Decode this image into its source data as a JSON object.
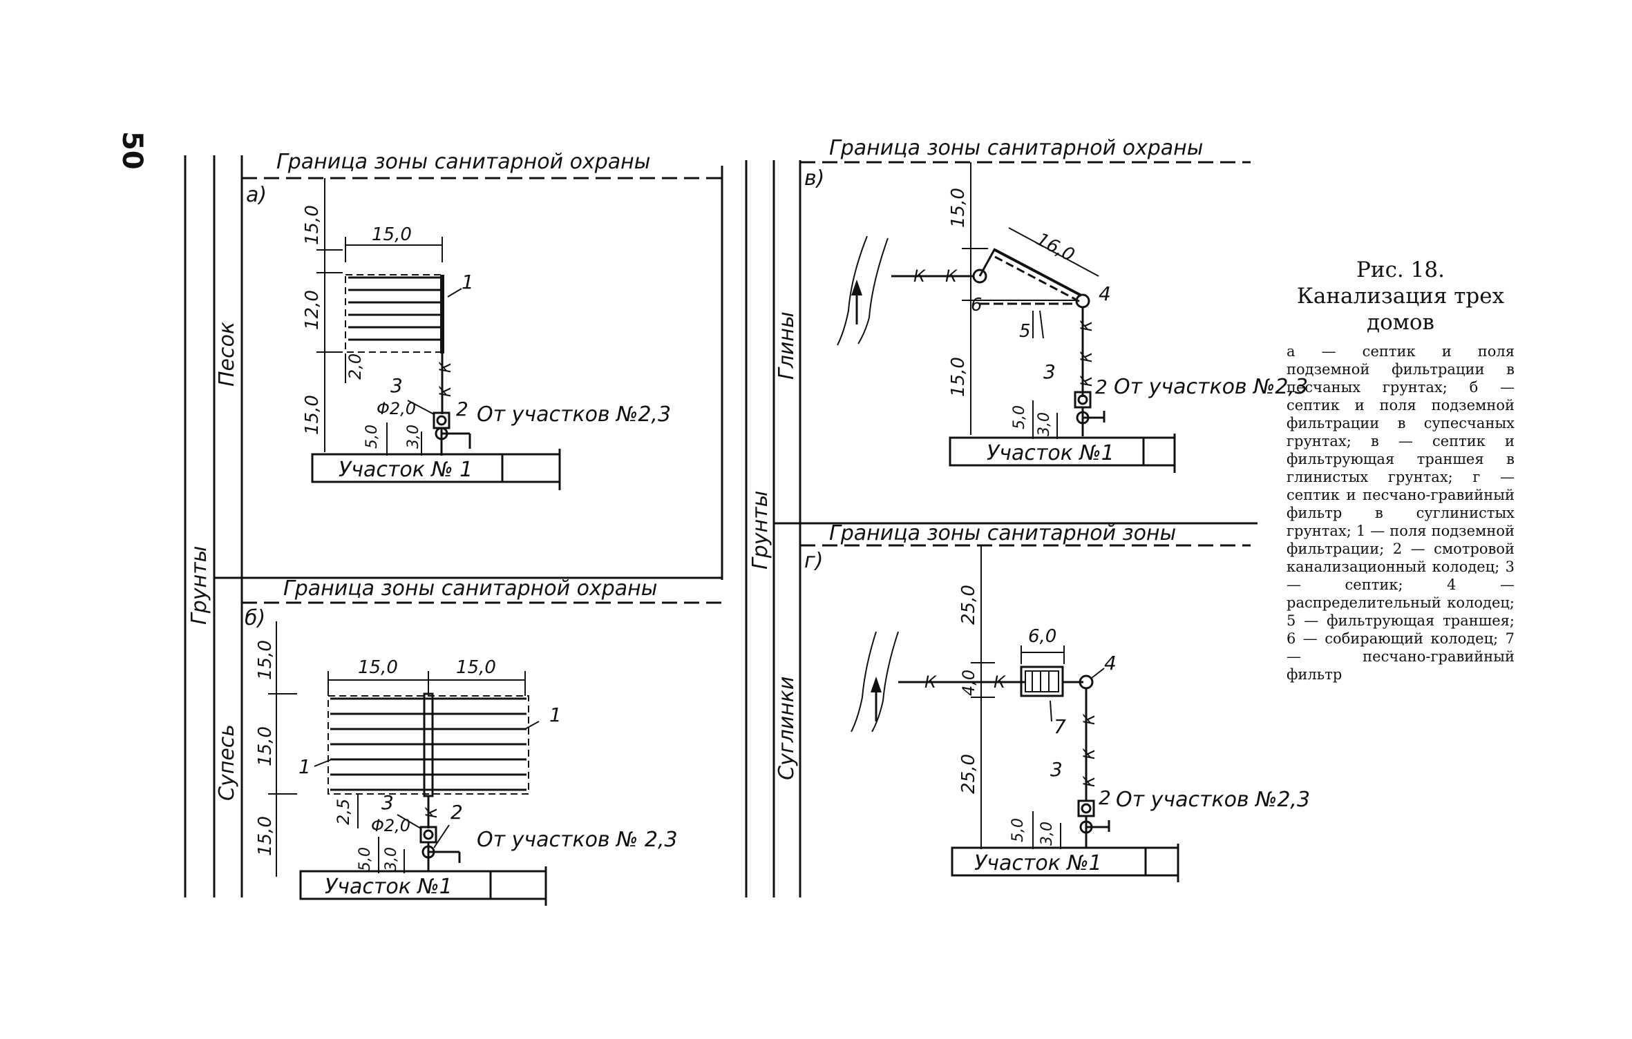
{
  "page_number": "50",
  "soils": {
    "grunty": "Грунты",
    "pesok": "Песок",
    "supes": "Супесь",
    "grunty_right": "Грунты",
    "gliny": "Глины",
    "suglinki": "Суглинки"
  },
  "panels": {
    "a": {
      "letter": "а)",
      "boundary": "Граница зоны санитарной охраны",
      "dims": {
        "top": "15,0",
        "width": "15,0",
        "field": "12,0",
        "offset": "2,0",
        "lower": "15,0",
        "diam": "Φ2,0",
        "d5": "5,0",
        "d3": "3,0"
      },
      "labels": {
        "n1": "1",
        "n2": "2",
        "n3": "3",
        "from": "От участков №2,3",
        "plot": "Участок № 1",
        "k1": "К",
        "k2": "К"
      }
    },
    "b": {
      "letter": "б)",
      "boundary": "Граница зоны санитарной охраны",
      "dims": {
        "top": "15,0",
        "w1": "15,0",
        "w2": "15,0",
        "field": "15,0",
        "offset": "2,5",
        "lower": "15,0",
        "diam": "Φ2,0",
        "d5": "5,0",
        "d3": "3,0"
      },
      "labels": {
        "n1a": "1",
        "n1b": "1",
        "n2": "2",
        "n3": "3",
        "from": "От участков № 2,3",
        "plot": "Участок №1",
        "k": "К"
      }
    },
    "v": {
      "letter": "в)",
      "boundary": "Граница зоны санитарной охраны",
      "dims": {
        "top": "15,0",
        "trench": "16,0",
        "lower": "15,0",
        "d5": "5,0",
        "d3": "3,0"
      },
      "labels": {
        "n2": "2",
        "n3": "3",
        "n4": "4",
        "n5": "5",
        "n6": "6",
        "from": "От участков №2,3",
        "plot": "Участок №1",
        "k1": "К",
        "k2": "К",
        "k3": "К",
        "k4": "К",
        "k5": "К"
      }
    },
    "g": {
      "letter": "г)",
      "boundary": "Граница зоны санитарной зоны",
      "dims": {
        "top": "25,0",
        "filter": "6,0",
        "mid": "4,0",
        "lower": "25,0",
        "d5": "5,0",
        "d3": "3,0"
      },
      "labels": {
        "n2": "2",
        "n3": "3",
        "n4": "4",
        "n7": "7",
        "from": "От участков №2,3",
        "plot": "Участок №1",
        "k1": "К",
        "k2": "К",
        "k3": "К",
        "k4": "К",
        "k5": "К"
      }
    }
  },
  "caption": {
    "title": "Рис. 18. Канализация трех домов",
    "legend": "а — септик и поля подземной фильтрации в песчаных грунтах; б — септик и поля подземной фильтрации в супесчаных грунтах; в — септик и фильтрующая траншея в глинистых грунтах; г — септик и песчано-гравийный фильтр в суглинистых грунтах; 1 — поля подземной фильтрации; 2 — смотровой канализационный колодец; 3 — септик; 4 — распределительный колодец; 5 — фильтрующая траншея; 6 — собирающий колодец; 7 — песчано-гравийный фильтр"
  },
  "colors": {
    "ink": "#111111",
    "paper": "#ffffff"
  }
}
